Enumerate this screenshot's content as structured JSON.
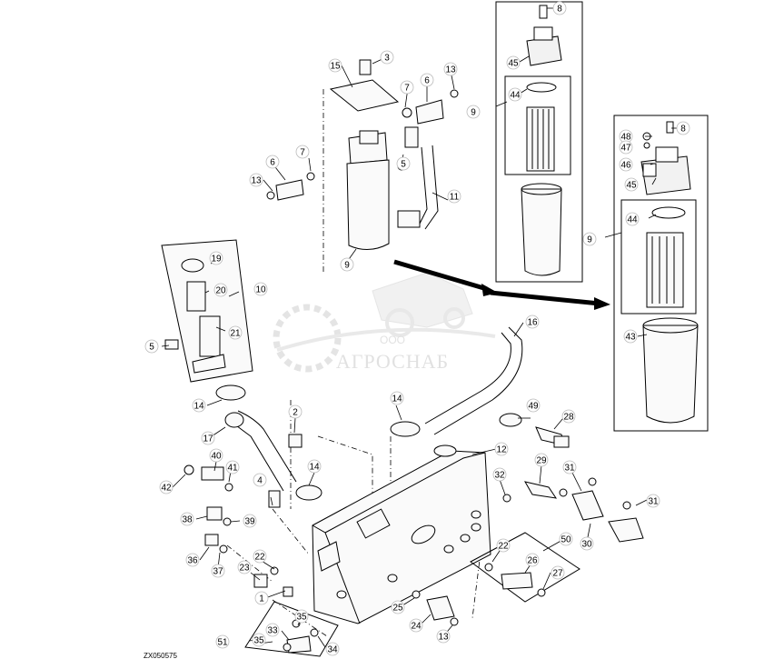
{
  "figure_code": "ZX050575",
  "watermark": {
    "brand": "АГРОСНАБ",
    "prefix": "ООО"
  },
  "callouts": [
    "1",
    "2",
    "3",
    "4",
    "5",
    "6",
    "7",
    "8",
    "9",
    "10",
    "11",
    "12",
    "13",
    "14",
    "15",
    "16",
    "17",
    "19",
    "20",
    "21",
    "22",
    "23",
    "24",
    "25",
    "26",
    "27",
    "28",
    "29",
    "30",
    "31",
    "32",
    "33",
    "34",
    "35",
    "36",
    "37",
    "38",
    "39",
    "40",
    "41",
    "42",
    "43",
    "44",
    "45",
    "46",
    "47",
    "48",
    "49",
    "50",
    "51"
  ]
}
